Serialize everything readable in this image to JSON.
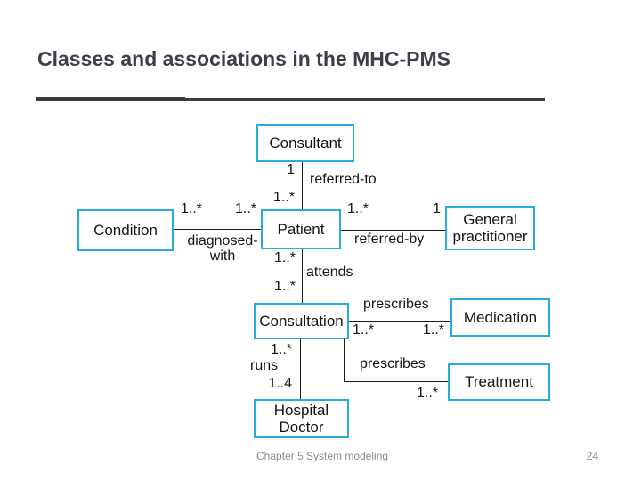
{
  "slide": {
    "title": "Classes and associations in the MHC-PMS",
    "footer": {
      "chapter": "Chapter 5 System modeling",
      "page": "24"
    }
  },
  "colors": {
    "class_box_border": "#29ABE2",
    "title_text": "#3E3E48",
    "underline": "#3A3A42",
    "footer_text": "#8C8C8C",
    "diagram_line": "#1A1A1A"
  },
  "diagram": {
    "classes": {
      "consultant": {
        "label": "Consultant"
      },
      "condition": {
        "label": "Condition"
      },
      "patient": {
        "label": "Patient"
      },
      "general_practitioner": {
        "label": "General practitioner"
      },
      "consultation": {
        "label": "Consultation"
      },
      "medication": {
        "label": "Medication"
      },
      "treatment": {
        "label": "Treatment"
      },
      "hospital_doctor": {
        "label": "Hospital Doctor"
      }
    },
    "associations": {
      "referred_to": {
        "name": "referred-to",
        "mult_consultant_end": "1",
        "mult_patient_end": "1..*"
      },
      "diagnosed_with": {
        "name": "diagnosed-with",
        "mult_condition_end": "1..*",
        "mult_patient_end": "1..*"
      },
      "referred_by": {
        "name": "referred-by",
        "mult_patient_end": "1..*",
        "mult_general_practitioner_end": "1"
      },
      "attends": {
        "name": "attends",
        "mult_patient_end": "1..*",
        "mult_consultation_end": "1..*"
      },
      "prescribes_medication": {
        "name": "prescribes",
        "mult_consultation_end": "1..*",
        "mult_medication_end": "1..*"
      },
      "prescribes_treatment": {
        "name": "prescribes",
        "mult_treatment_end": "1..*"
      },
      "runs": {
        "name": "runs",
        "mult_consultation_end": "1..*",
        "mult_hospital_doctor_end": "1..4"
      }
    }
  }
}
